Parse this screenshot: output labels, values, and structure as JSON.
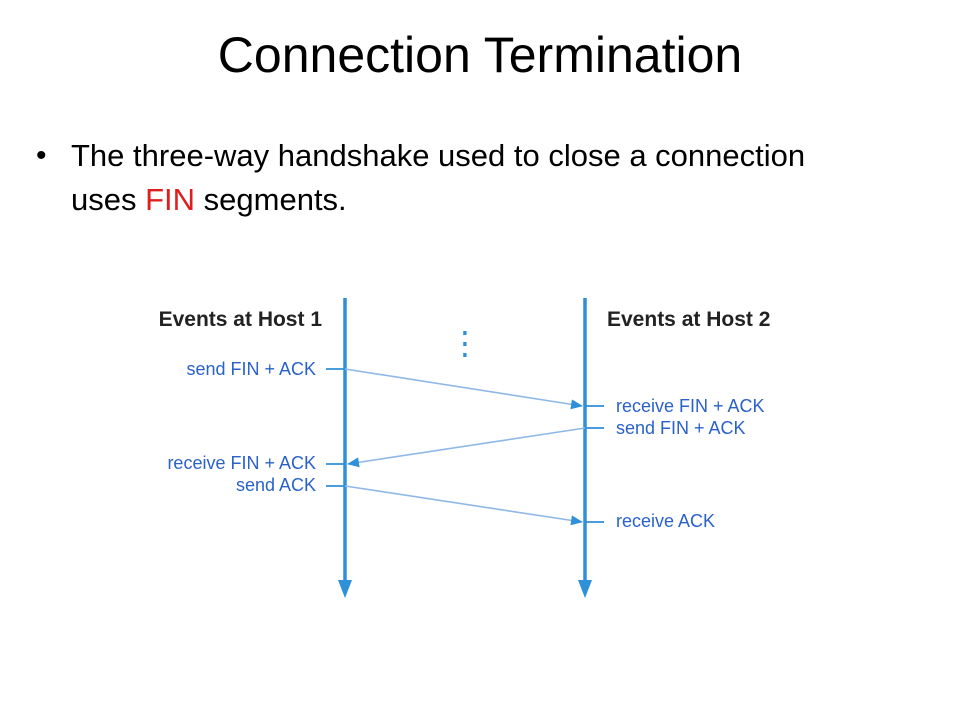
{
  "slide": {
    "title": "Connection Termination",
    "bullet": {
      "symbol": "•",
      "text_before": "The three-way handshake used to close a connection uses ",
      "highlight": "FIN",
      "text_after": " segments.",
      "highlight_color": "#e01e1e"
    }
  },
  "diagram": {
    "host1_header": "Events at Host 1",
    "host2_header": "Events at Host 2",
    "ellipsis": "⋮",
    "host1_events": [
      "send FIN + ACK",
      "receive FIN + ACK",
      "send ACK"
    ],
    "host2_events": [
      "receive FIN + ACK",
      "send FIN + ACK",
      "receive ACK"
    ],
    "colors": {
      "timeline": "#2f8fd8",
      "label": "#2a62c9",
      "header": "#222222",
      "message": "#8fb8e8"
    }
  }
}
